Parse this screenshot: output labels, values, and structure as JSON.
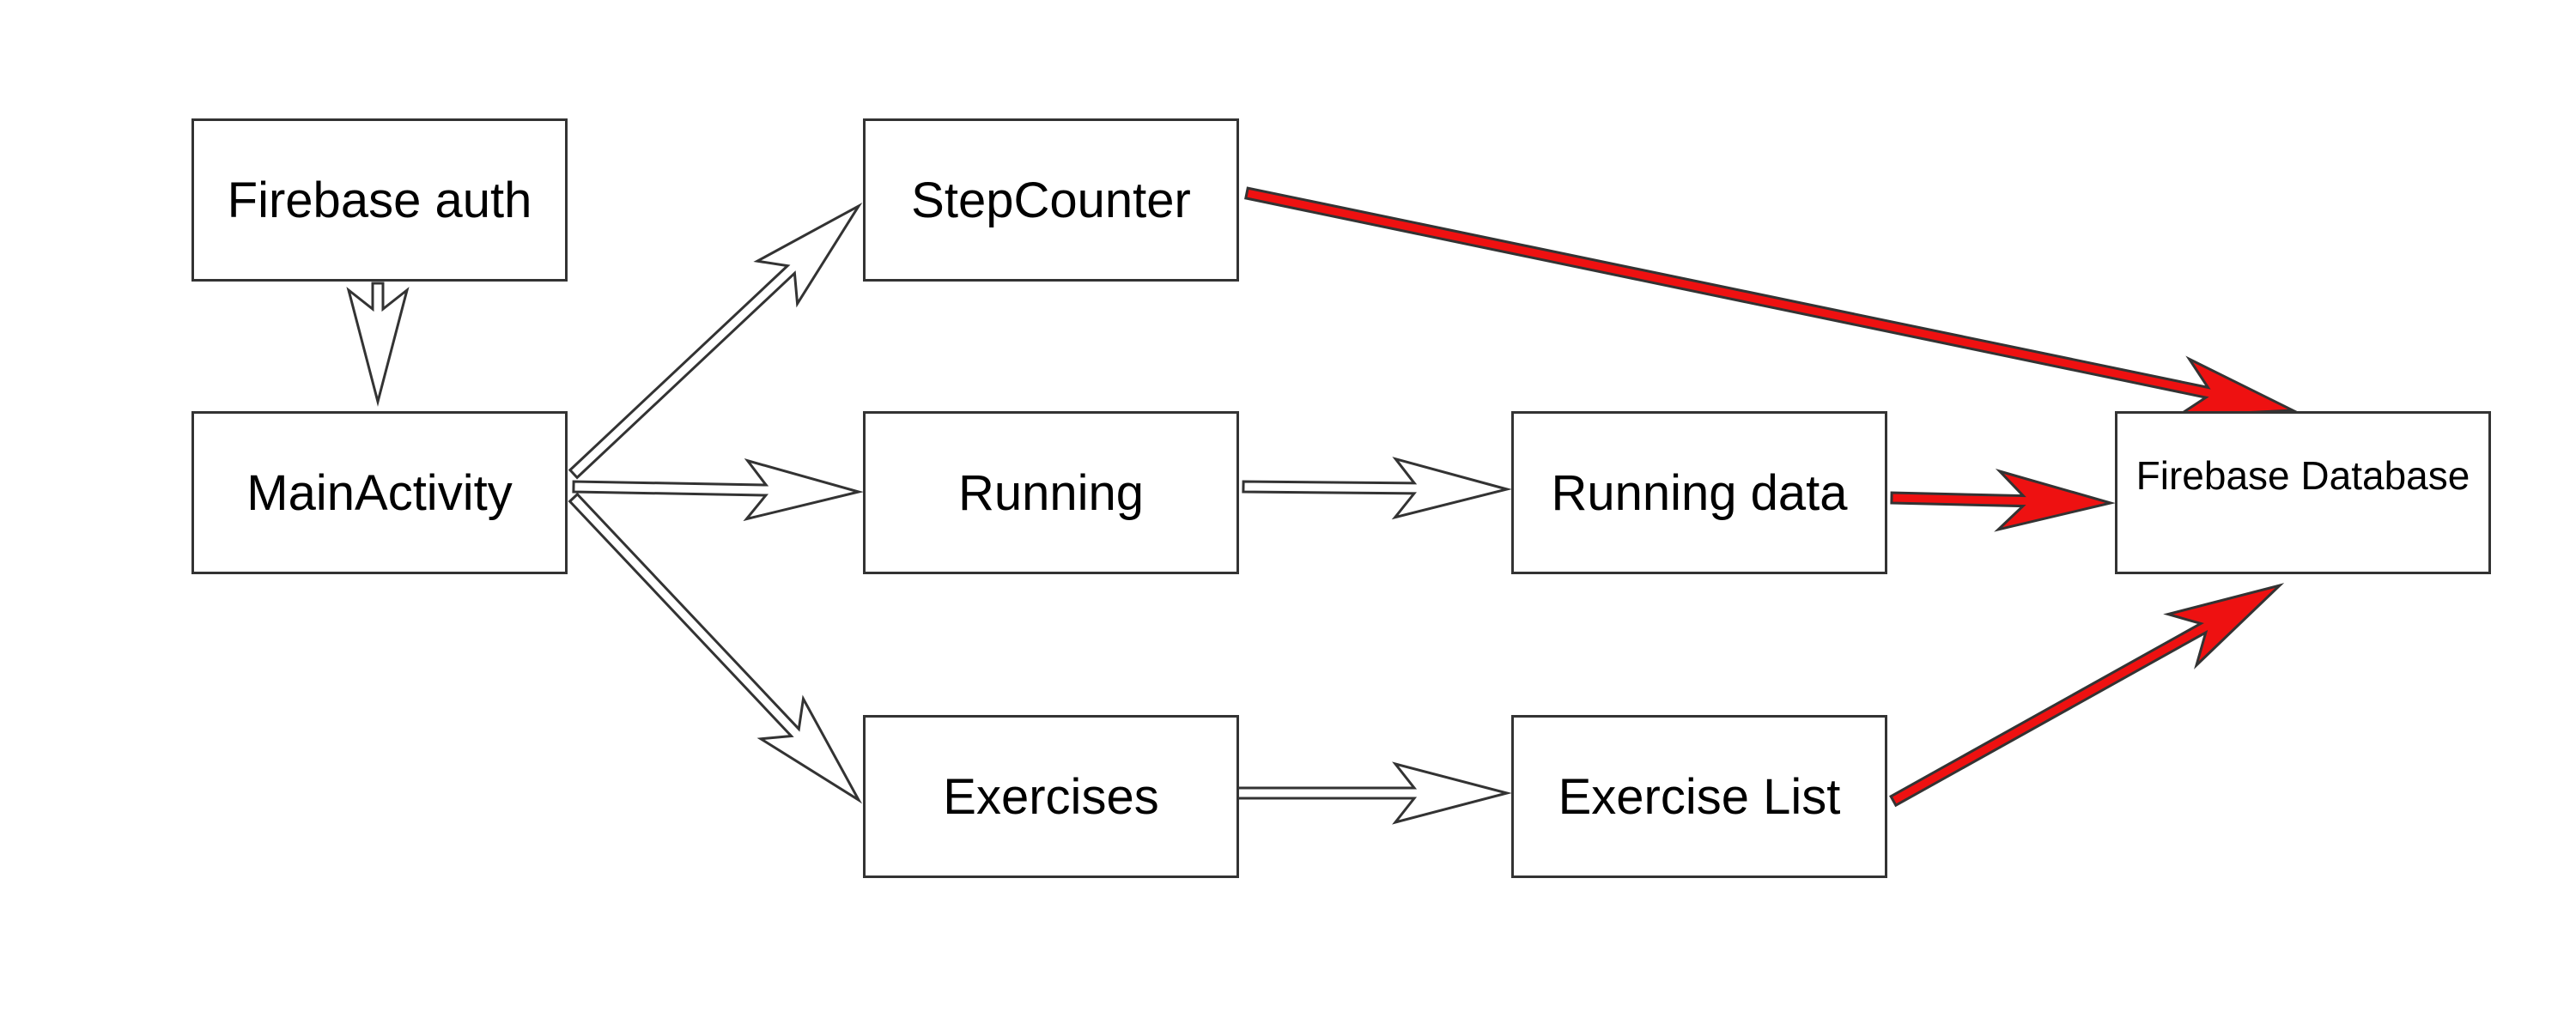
{
  "nodes": {
    "firebase_auth": "Firebase auth",
    "main_activity": "MainActivity",
    "step_counter": "StepCounter",
    "running": "Running",
    "exercises": "Exercises",
    "running_data": "Running data",
    "exercise_list": "Exercise List",
    "firebase_database": "Firebase Database"
  },
  "edges": [
    {
      "from": "firebase_auth",
      "to": "main_activity",
      "style": "hollow"
    },
    {
      "from": "main_activity",
      "to": "step_counter",
      "style": "hollow"
    },
    {
      "from": "main_activity",
      "to": "running",
      "style": "hollow"
    },
    {
      "from": "main_activity",
      "to": "exercises",
      "style": "hollow"
    },
    {
      "from": "running",
      "to": "running_data",
      "style": "hollow"
    },
    {
      "from": "exercises",
      "to": "exercise_list",
      "style": "hollow"
    },
    {
      "from": "step_counter",
      "to": "firebase_database",
      "style": "red"
    },
    {
      "from": "running_data",
      "to": "firebase_database",
      "style": "red"
    },
    {
      "from": "exercise_list",
      "to": "firebase_database",
      "style": "red"
    }
  ],
  "colors": {
    "hollow_arrow_stroke": "#333333",
    "red_arrow_fill": "#ee1111",
    "box_border": "#333333"
  }
}
